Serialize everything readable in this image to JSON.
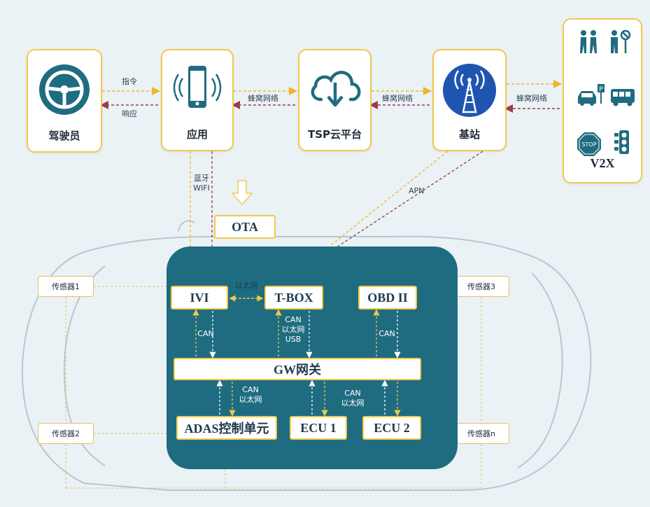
{
  "colors": {
    "background": "#eaf2f6",
    "node_border": "#f2c94c",
    "panel": "#1f6c80",
    "arrow_orange": "#f0b429",
    "arrow_red": "#9b3a4a",
    "icon_teal": "#1f6c80",
    "tower_blue": "#1f55b0"
  },
  "nodes": {
    "driver": {
      "label": "驾驶员",
      "icon": "steering-wheel-icon"
    },
    "app": {
      "label": "应用",
      "icon": "smartphone-icon"
    },
    "tsp": {
      "label": "TSP云平台",
      "icon": "cloud-download-icon"
    },
    "base_station": {
      "label": "基站",
      "icon": "cell-tower-icon"
    },
    "v2x": {
      "label": "V2X",
      "icons": [
        "pedestrians-icon",
        "roadworker-sign-icon",
        "car-parking-icon",
        "bus-icon",
        "stop-sign-icon",
        "traffic-light-icon"
      ]
    }
  },
  "edges": {
    "driver_app_top": "指令",
    "driver_app_bottom": "响应",
    "app_tsp": "蜂窝网络",
    "tsp_base": "蜂窝网络",
    "base_v2x": "蜂窝网络",
    "app_ivi_line1": "蓝牙",
    "app_ivi_line2": "WIFI",
    "base_tbox": "APN"
  },
  "ota_label": "OTA",
  "sensors": {
    "s1": "传感器1",
    "s2": "传感器2",
    "s3": "传感器3",
    "sn": "传感器n"
  },
  "panel": {
    "ivi": "IVI",
    "tbox": "T-BOX",
    "obd": "OBD II",
    "gateway": "GW网关",
    "adas": "ADAS控制单元",
    "ecu1": "ECU 1",
    "ecu2": "ECU 2",
    "ivi_tbox": "以太网",
    "ivi_gw": "CAN",
    "tbox_gw_1": "CAN",
    "tbox_gw_2": "以太网",
    "tbox_gw_3": "USB",
    "obd_gw": "CAN",
    "adas_gw_1": "CAN",
    "adas_gw_2": "以太网",
    "ecu_gw_1": "CAN",
    "ecu_gw_2": "以太网"
  }
}
